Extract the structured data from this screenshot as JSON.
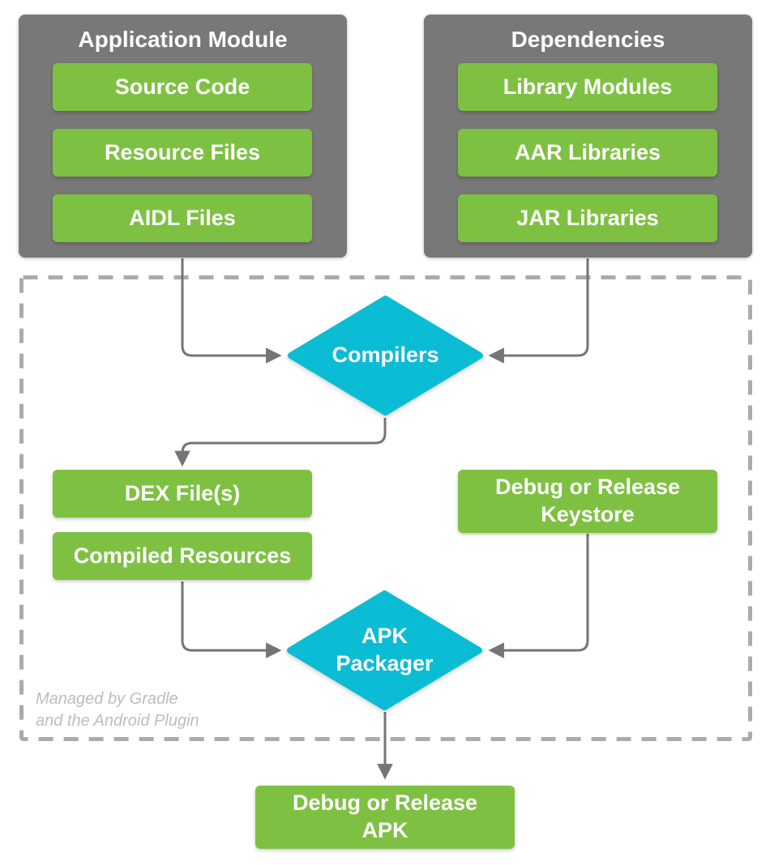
{
  "colors": {
    "background": "#FFFFFF",
    "box-gray": "#787878",
    "node-green": "#7EC142",
    "diamond-cyan": "#0ABCD4",
    "connector-gray": "#757575",
    "dashed-border": "#ABABAB",
    "note-gray": "#BDBDBD",
    "label-white": "#FFFFFF"
  },
  "groups": {
    "application_module": {
      "title": "Application Module",
      "items": [
        {
          "label": "Source Code"
        },
        {
          "label": "Resource Files"
        },
        {
          "label": "AIDL Files"
        }
      ]
    },
    "dependencies": {
      "title": "Dependencies",
      "items": [
        {
          "label": "Library Modules"
        },
        {
          "label": "AAR Libraries"
        },
        {
          "label": "JAR Libraries"
        }
      ]
    }
  },
  "nodes": {
    "compilers": {
      "label": "Compilers"
    },
    "dex_files": {
      "label": "DEX File(s)"
    },
    "compiled_resources": {
      "label": "Compiled Resources"
    },
    "keystore": {
      "label": "Debug or Release Keystore"
    },
    "apk_packager": {
      "label": "APK Packager"
    },
    "output_apk": {
      "label": "Debug or Release APK"
    }
  },
  "note": {
    "line1": "Managed by Gradle",
    "line2": "and the Android Plugin"
  }
}
